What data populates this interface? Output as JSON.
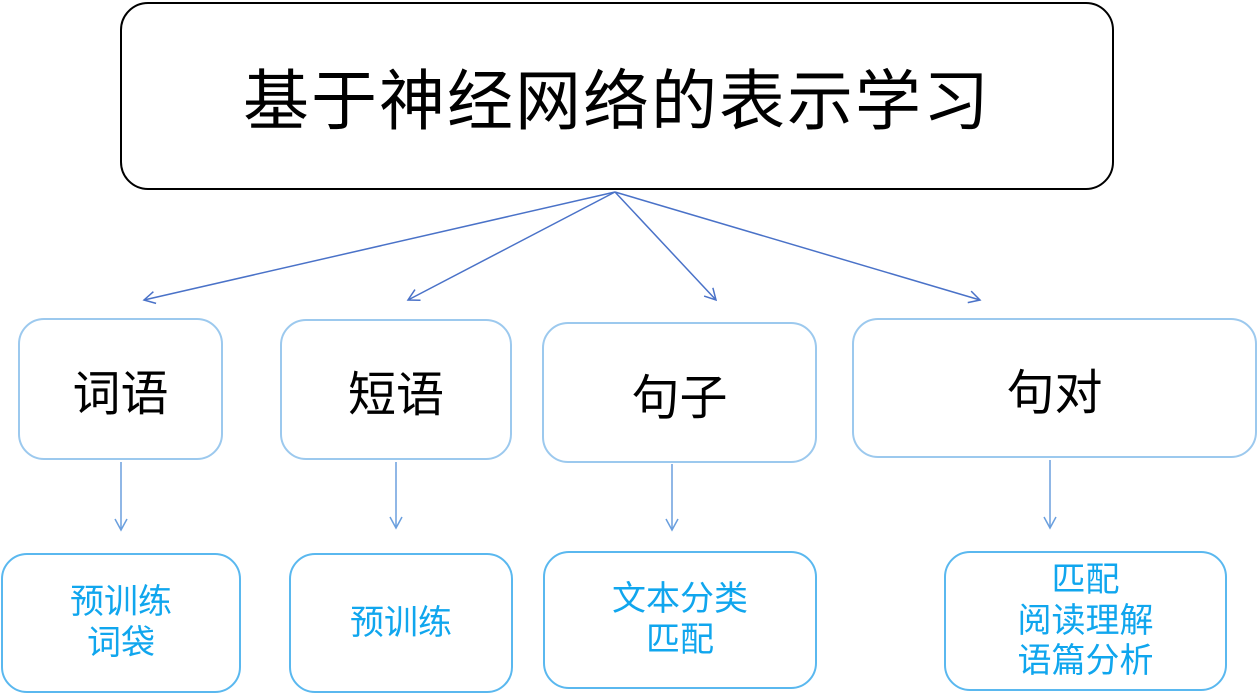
{
  "title": "基于神经网络的表示学习",
  "categories": [
    {
      "label": "词语",
      "tasks": [
        "预训练",
        "词袋"
      ]
    },
    {
      "label": "短语",
      "tasks": [
        "预训练"
      ]
    },
    {
      "label": "句子",
      "tasks": [
        "文本分类",
        "匹配"
      ]
    },
    {
      "label": "句对",
      "tasks": [
        "匹配",
        "阅读理解",
        "语篇分析"
      ]
    }
  ],
  "colors": {
    "arrow_top": "#4a72c8",
    "arrow_down": "#6a9fde",
    "category_border": "#9cc9ee",
    "task_border": "#5ab8ef",
    "task_text": "#10a6ee"
  }
}
